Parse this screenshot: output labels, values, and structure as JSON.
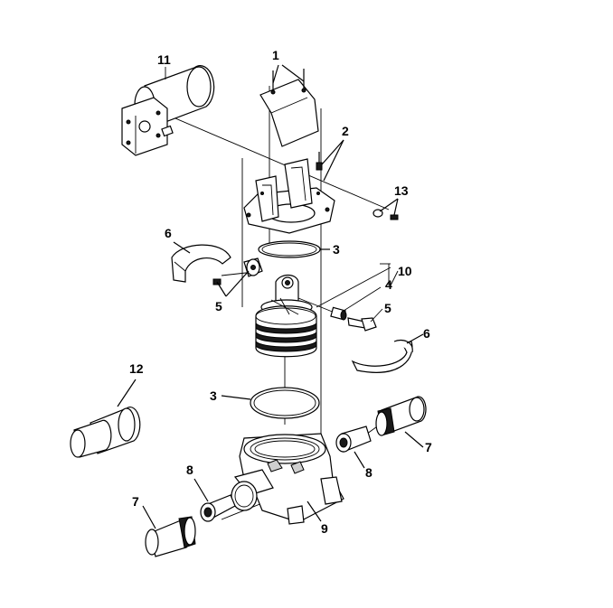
{
  "diagram": {
    "callouts": {
      "c1": "1",
      "c2": "2",
      "c3a": "3",
      "c3b": "3",
      "c4": "4",
      "c5a": "5",
      "c5b": "5",
      "c6a": "6",
      "c6b": "6",
      "c7a": "7",
      "c7b": "7",
      "c8a": "8",
      "c8b": "8",
      "c9": "9",
      "c10": "10",
      "c11": "11",
      "c12": "12",
      "c13": "13"
    }
  }
}
